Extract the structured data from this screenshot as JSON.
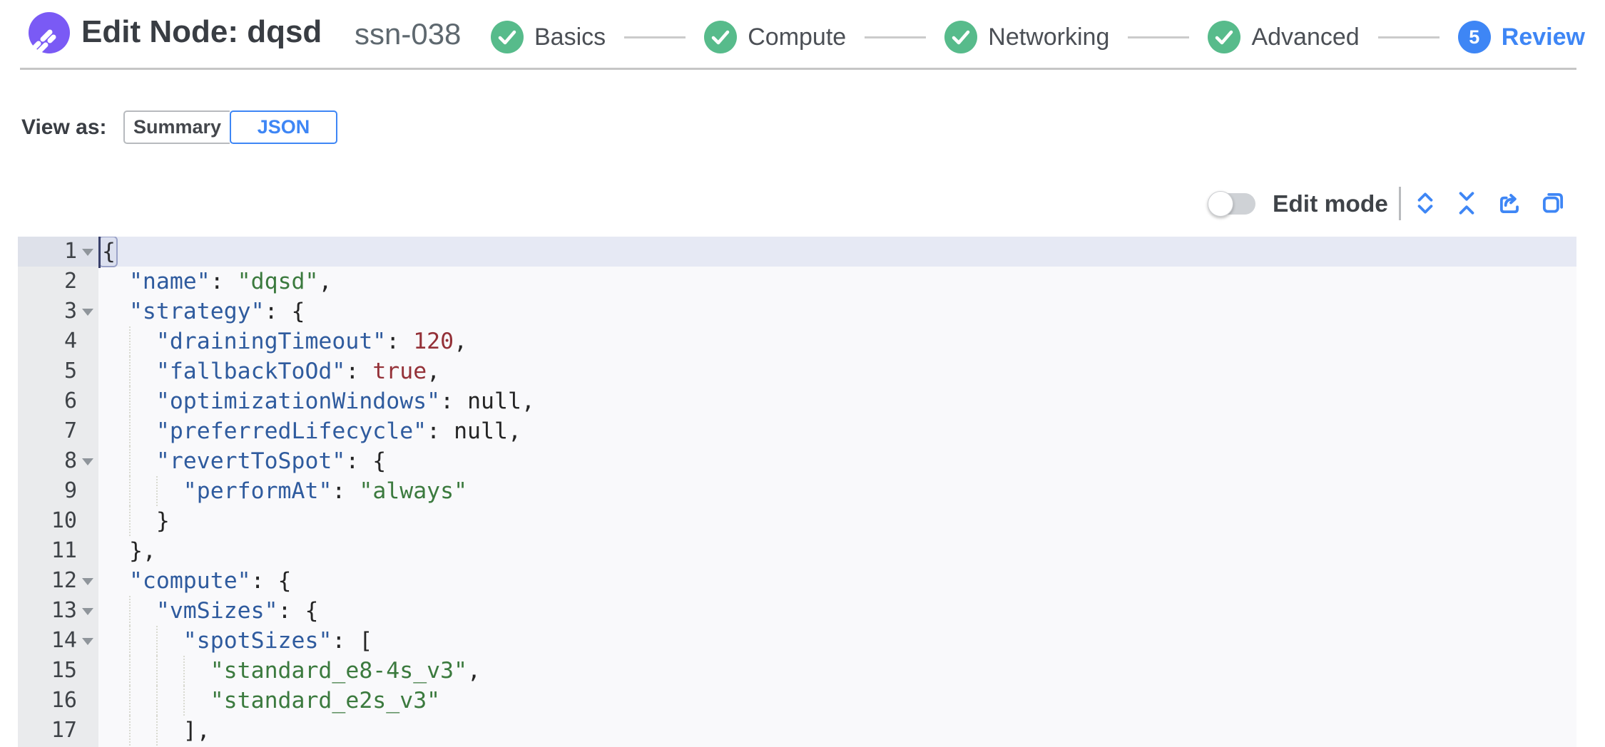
{
  "header": {
    "logo_name": "spot-logo",
    "title": "Edit Node: dqsd",
    "subtitle": "ssn-038",
    "steps": [
      {
        "label": "Basics",
        "state": "done"
      },
      {
        "label": "Compute",
        "state": "done"
      },
      {
        "label": "Networking",
        "state": "done"
      },
      {
        "label": "Advanced",
        "state": "done"
      },
      {
        "label": "Review",
        "state": "current",
        "number": "5"
      }
    ]
  },
  "view_as": {
    "label": "View as:",
    "options": [
      {
        "label": "Summary",
        "selected": false
      },
      {
        "label": "JSON",
        "selected": true
      }
    ]
  },
  "toolbar": {
    "edit_mode_label": "Edit mode",
    "edit_mode_on": false,
    "icons": [
      "expand-all-icon",
      "collapse-all-icon",
      "export-icon",
      "copy-icon"
    ]
  },
  "editor": {
    "active_line": 1,
    "lines": [
      {
        "n": 1,
        "indent": 0,
        "fold": true,
        "active": true,
        "cursor": true,
        "tokens": [
          [
            "b",
            "{"
          ]
        ]
      },
      {
        "n": 2,
        "indent": 1,
        "tokens": [
          [
            "k",
            "\"name\""
          ],
          [
            "p",
            ": "
          ],
          [
            "s",
            "\"dqsd\""
          ],
          [
            "p",
            ","
          ]
        ]
      },
      {
        "n": 3,
        "indent": 1,
        "fold": true,
        "tokens": [
          [
            "k",
            "\"strategy\""
          ],
          [
            "p",
            ": {"
          ]
        ]
      },
      {
        "n": 4,
        "indent": 2,
        "tokens": [
          [
            "k",
            "\"drainingTimeout\""
          ],
          [
            "p",
            ": "
          ],
          [
            "c",
            "120"
          ],
          [
            "p",
            ","
          ]
        ]
      },
      {
        "n": 5,
        "indent": 2,
        "tokens": [
          [
            "k",
            "\"fallbackToOd\""
          ],
          [
            "p",
            ": "
          ],
          [
            "c",
            "true"
          ],
          [
            "p",
            ","
          ]
        ]
      },
      {
        "n": 6,
        "indent": 2,
        "tokens": [
          [
            "k",
            "\"optimizationWindows\""
          ],
          [
            "p",
            ": "
          ],
          [
            "p",
            "null,"
          ]
        ]
      },
      {
        "n": 7,
        "indent": 2,
        "tokens": [
          [
            "k",
            "\"preferredLifecycle\""
          ],
          [
            "p",
            ": "
          ],
          [
            "p",
            "null,"
          ]
        ]
      },
      {
        "n": 8,
        "indent": 2,
        "fold": true,
        "tokens": [
          [
            "k",
            "\"revertToSpot\""
          ],
          [
            "p",
            ": {"
          ]
        ]
      },
      {
        "n": 9,
        "indent": 3,
        "tokens": [
          [
            "k",
            "\"performAt\""
          ],
          [
            "p",
            ": "
          ],
          [
            "s",
            "\"always\""
          ]
        ]
      },
      {
        "n": 10,
        "indent": 2,
        "tokens": [
          [
            "p",
            "}"
          ]
        ]
      },
      {
        "n": 11,
        "indent": 1,
        "tokens": [
          [
            "p",
            "},"
          ]
        ]
      },
      {
        "n": 12,
        "indent": 1,
        "fold": true,
        "tokens": [
          [
            "k",
            "\"compute\""
          ],
          [
            "p",
            ": {"
          ]
        ]
      },
      {
        "n": 13,
        "indent": 2,
        "fold": true,
        "tokens": [
          [
            "k",
            "\"vmSizes\""
          ],
          [
            "p",
            ": {"
          ]
        ]
      },
      {
        "n": 14,
        "indent": 3,
        "fold": true,
        "tokens": [
          [
            "k",
            "\"spotSizes\""
          ],
          [
            "p",
            ": ["
          ]
        ]
      },
      {
        "n": 15,
        "indent": 4,
        "tokens": [
          [
            "s",
            "\"standard_e8-4s_v3\""
          ],
          [
            "p",
            ","
          ]
        ]
      },
      {
        "n": 16,
        "indent": 4,
        "tokens": [
          [
            "s",
            "\"standard_e2s_v3\""
          ]
        ]
      },
      {
        "n": 17,
        "indent": 3,
        "tokens": [
          [
            "p",
            "],"
          ]
        ]
      }
    ]
  },
  "colors": {
    "accent_blue": "#3e86f5",
    "step_done_green": "#57bb8b",
    "logo_purple": "#7a5af5",
    "json_key": "#2f5b9e",
    "json_string": "#3b7a3e",
    "json_constant": "#943138",
    "active_line_bg": "#e6e9f4"
  }
}
